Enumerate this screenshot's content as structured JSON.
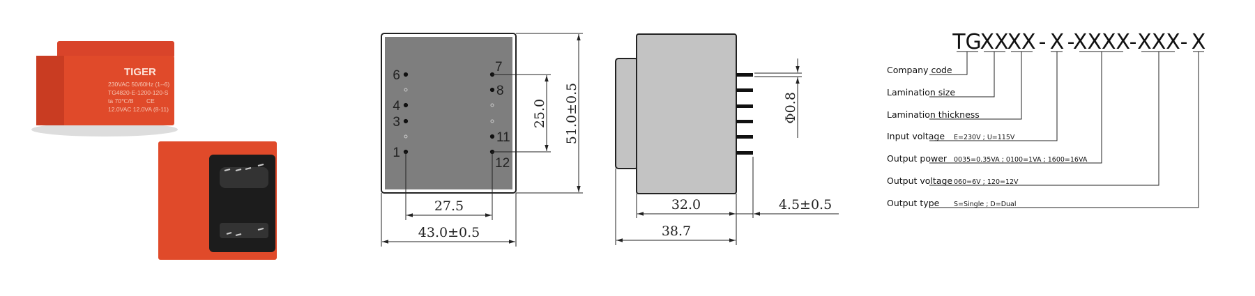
{
  "photo": {
    "brand": "TIGER",
    "marking_lines": [
      "230VAC 50/60Hz (1--6)",
      "TG4820-E-1200-120-S",
      "ta 70℃/B",
      "12.0VAC 12.0VA (8-11)"
    ],
    "ce_mark": "CE",
    "colors": {
      "body": "#e04a2a",
      "potting": "#1a1a1a"
    }
  },
  "top_view": {
    "pins_left": [
      {
        "label": "6",
        "active": true
      },
      {
        "label": "",
        "active": false
      },
      {
        "label": "4",
        "active": true
      },
      {
        "label": "3",
        "active": true
      },
      {
        "label": "",
        "active": false
      },
      {
        "label": "1",
        "active": true
      }
    ],
    "pins_right": [
      {
        "label": "7",
        "active": true
      },
      {
        "label": "8",
        "active": true
      },
      {
        "label": "",
        "active": false
      },
      {
        "label": "",
        "active": false
      },
      {
        "label": "11",
        "active": true
      },
      {
        "label": "12",
        "active": true
      }
    ],
    "dim_pin_pitch_row": "25.0",
    "dim_height": "51.0±0.5",
    "dim_pin_spacing": "27.5",
    "dim_width": "43.0±0.5"
  },
  "side_view": {
    "dim_pin_diameter": "Φ0.8",
    "dim_body": "32.0",
    "dim_pin_length": "4.5±0.5",
    "dim_total": "38.7"
  },
  "part_code": {
    "segments": [
      "TG",
      "XX",
      "XX",
      "X",
      "XXXX",
      "XXX",
      "X"
    ],
    "separator": "-",
    "fields": [
      {
        "label": "Company code",
        "desc": ""
      },
      {
        "label": "Lamination size",
        "desc": ""
      },
      {
        "label": "Lamination thickness",
        "desc": ""
      },
      {
        "label": "Input voltage",
        "desc": "E=230V ; U=115V"
      },
      {
        "label": "Output power",
        "desc": "0035=0.35VA ; 0100=1VA ; 1600=16VA"
      },
      {
        "label": "Output voltage",
        "desc": "060=6V ; 120=12V"
      },
      {
        "label": "Output type",
        "desc": "S=Single ; D=Dual"
      }
    ]
  }
}
